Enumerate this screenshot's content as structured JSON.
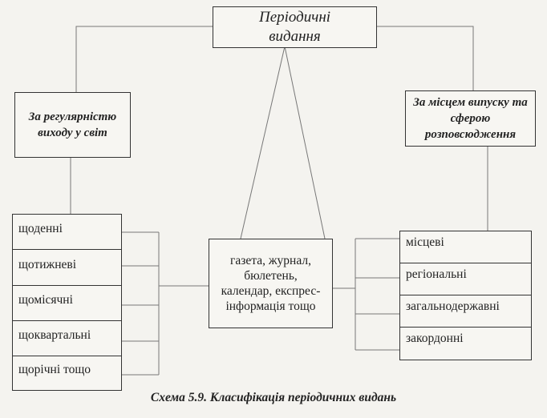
{
  "top_title": "Періодичні видання",
  "left_category": "За регулярністю виходу у світ",
  "right_category": "За місцем випуску та сферою розповсюдження",
  "center_text": "газета, журнал, бюлетень, календар, експрес-інформація тощо",
  "left_items": [
    "щоденні",
    "щотижневі",
    "щомісячні",
    "щоквартальні",
    "щорічні тощо"
  ],
  "right_items": [
    "місцеві",
    "регіональні",
    "загальнодержавні",
    "закордонні"
  ],
  "caption": "Схема 5.9. Класифікація періодичних видань"
}
